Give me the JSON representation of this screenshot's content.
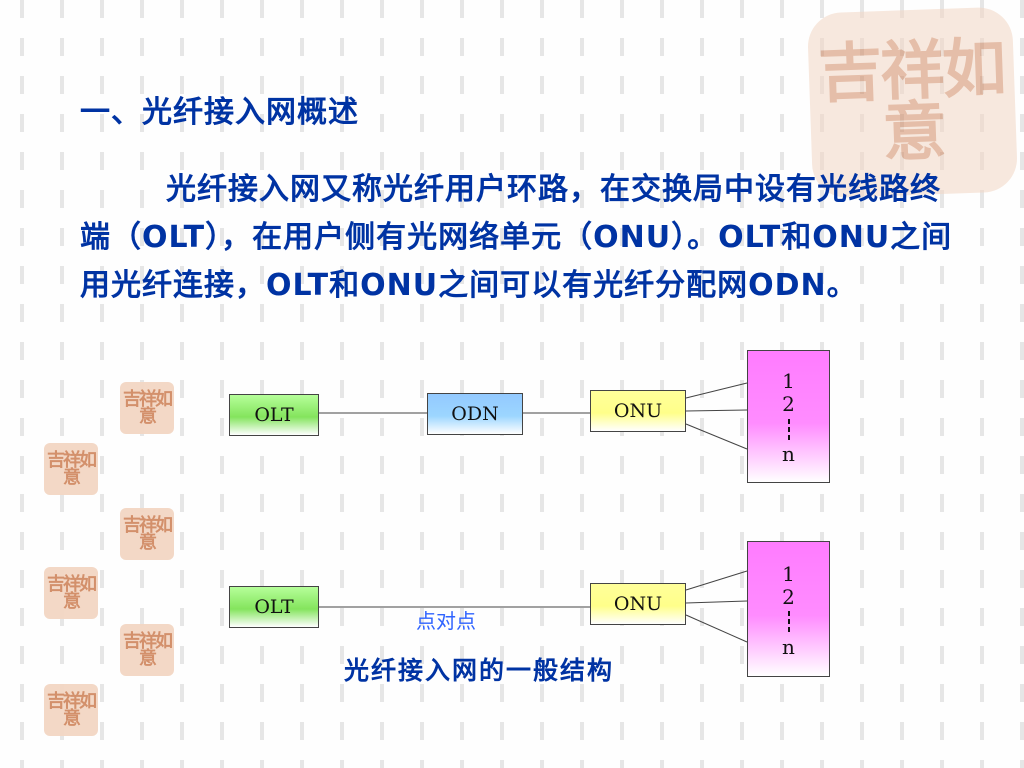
{
  "heading": "一、光纤接入网概述",
  "paragraph": "光纤接入网又称光纤用户环路，在交换局中设有光线路终端（OLT），在用户侧有光网络单元（ONU）。OLT和ONU之间用光纤连接，OLT和ONU之间可以有光纤分配网ODN。",
  "diagram": {
    "top": {
      "olt": "OLT",
      "odn": "ODN",
      "onu": "ONU",
      "terminal": {
        "port_1": "1",
        "port_2": "2",
        "port_n": "n"
      }
    },
    "bottom": {
      "olt": "OLT",
      "onu": "ONU",
      "link_label": "点对点",
      "terminal": {
        "port_1": "1",
        "port_2": "2",
        "port_n": "n"
      }
    }
  },
  "caption": "光纤接入网的一般结构",
  "decor": {
    "seal": "吉祥如意"
  }
}
